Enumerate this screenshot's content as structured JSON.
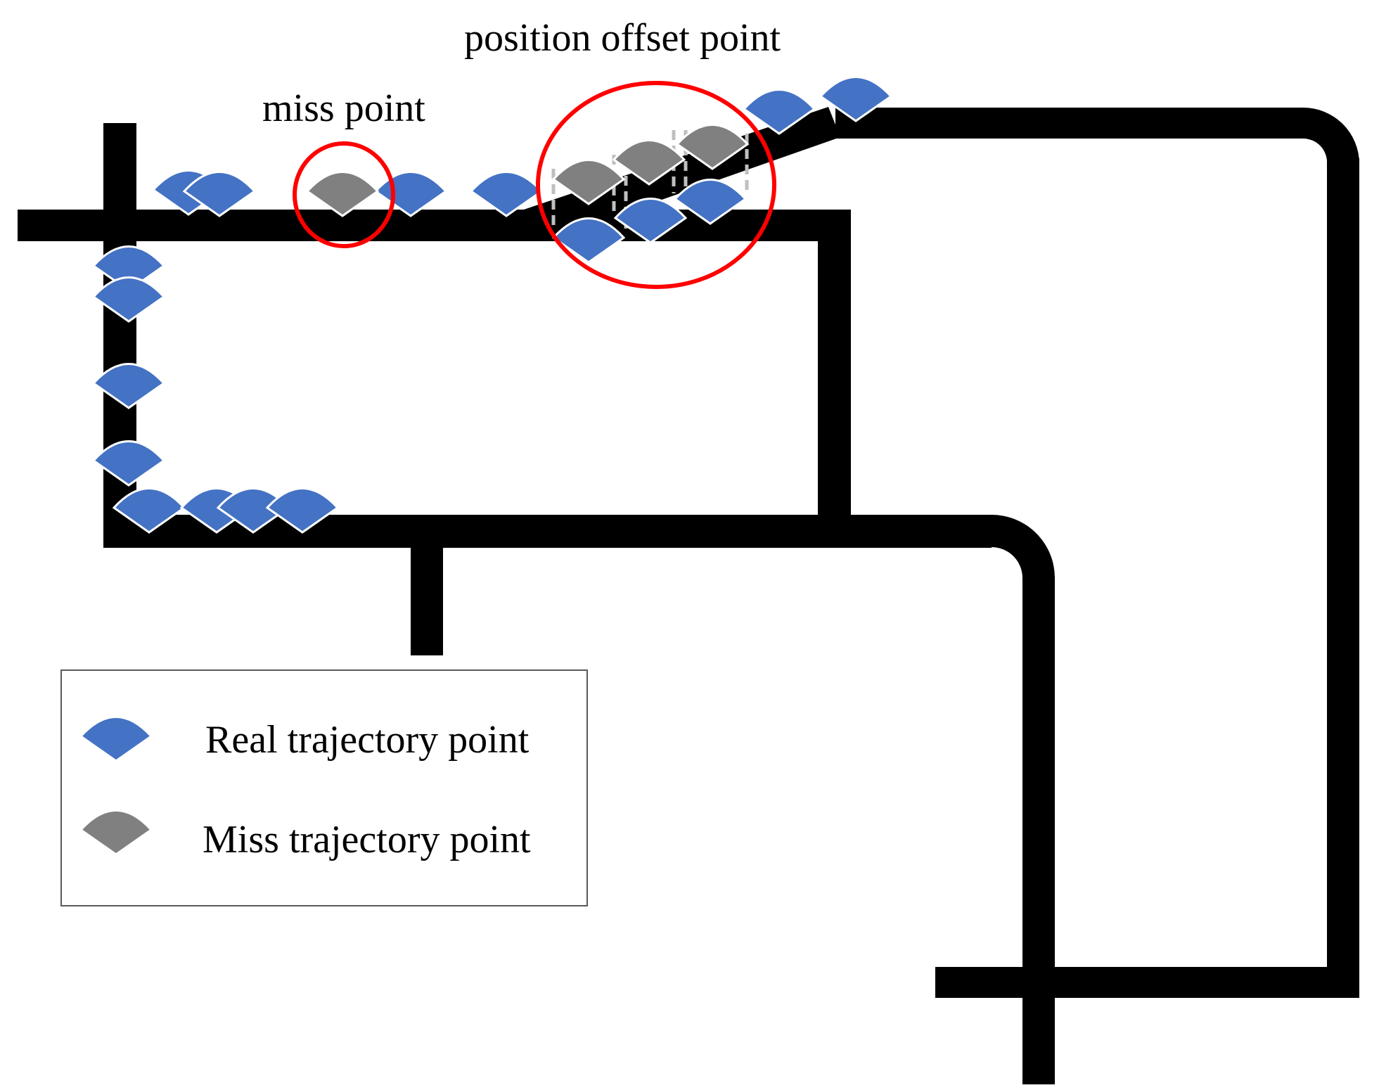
{
  "annotations": {
    "position_offset": "position offset point",
    "miss": "miss point"
  },
  "legend": {
    "items": [
      {
        "label": "Real trajectory point",
        "color": "#4472C4"
      },
      {
        "label": "Miss trajectory point",
        "color": "#808080"
      }
    ]
  },
  "colors": {
    "road": "#000000",
    "real": "#4472C4",
    "miss": "#808080",
    "highlight": "#FF0000",
    "offset_line": "#BFBFBF"
  }
}
